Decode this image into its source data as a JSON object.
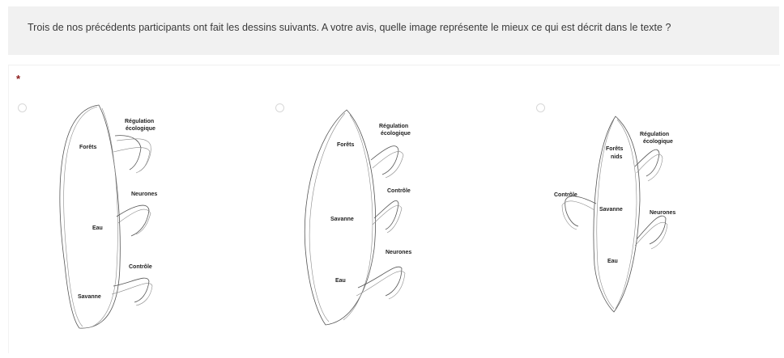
{
  "question": {
    "text": "Trois de nos précédents participants ont fait les dessins suivants. A votre avis, quelle image représente le mieux ce qui est décrit dans le texte ?",
    "required_marker": "*"
  },
  "options": [
    {
      "labels": {
        "regulation_line1": "Régulation",
        "regulation_line2": "écologique",
        "forets": "Forêts",
        "neurones": "Neurones",
        "eau": "Eau",
        "controle": "Contrôle",
        "savanne": "Savanne"
      }
    },
    {
      "labels": {
        "regulation_line1": "Régulation",
        "regulation_line2": "écologique",
        "forets": "Forêts",
        "controle": "Contrôle",
        "savanne": "Savanne",
        "neurones": "Neurones",
        "eau": "Eau"
      }
    },
    {
      "labels": {
        "regulation_line1": "Régulation",
        "regulation_line2": "écologique",
        "forets": "Forêts",
        "nids": "nids",
        "controle": "Contrôle",
        "savanne": "Savanne",
        "neurones": "Neurones",
        "eau": "Eau"
      }
    }
  ]
}
